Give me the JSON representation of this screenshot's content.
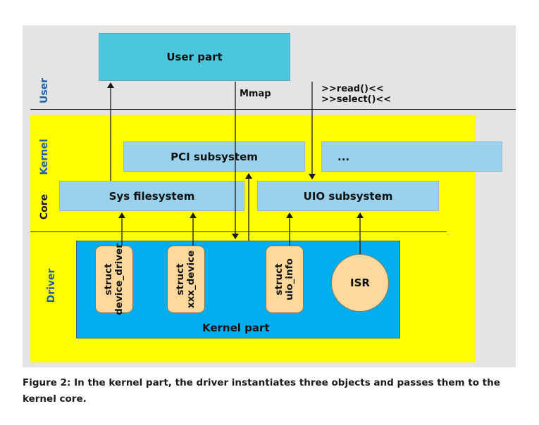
{
  "diagram": {
    "layers": {
      "user": "User",
      "kernel": "Kernel",
      "core": "Core",
      "driver": "Driver"
    },
    "boxes": {
      "user_part": "User part",
      "pci_subsystem": "PCI subsystem",
      "ellipsis": "...",
      "sys_filesystem": "Sys filesystem",
      "uio_subsystem": "UIO subsystem",
      "kernel_part": "Kernel part"
    },
    "objects": {
      "device_driver": "struct\ndevice_driver",
      "xxx_device": "struct\nxxx_device",
      "uio_info": "struct\nuio_info",
      "isr": "ISR"
    },
    "edge_labels": {
      "mmap": "Mmap",
      "read": ">>read()<<",
      "select": ">>select()<<"
    }
  },
  "caption": "Figure 2: In the kernel part, the driver instantiates three objects and passes them to the kernel core.",
  "colors": {
    "frame": "#e4e4e4",
    "kernel_area": "#ffff00",
    "user_part": "#4cc6dc",
    "subsystem": "#9ad2ee",
    "kernel_part": "#00adef",
    "object": "#fed89c",
    "layer_label_blue": "#1f62a8"
  }
}
